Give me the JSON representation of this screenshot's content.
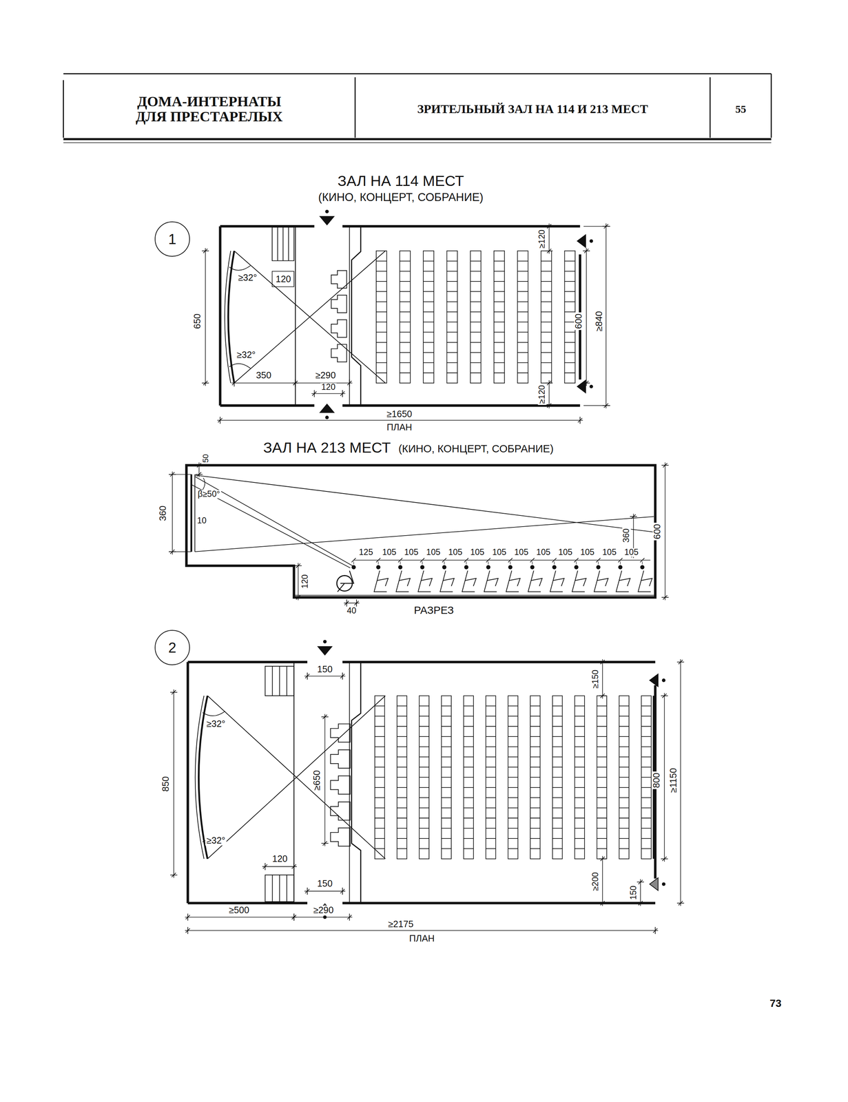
{
  "diagram": {
    "nodes": [
      {
        "text": [
          "ДОМА-ИНТЕРНАТЫ ДЛЯ ПРЕСТАРЕЛЫХ"
        ]
      },
      {
        "text": [
          "ЗРИТЕЛЬНЫЙ ЗАЛ НА 114 И 213 МЕСТ"
        ]
      },
      {
        "text": [
          "55"
        ]
      },
      {
        "text": [
          "1"
        ]
      },
      {
        "text": [
          "2"
        ]
      }
    ],
    "labels": [
      "ЗАЛ НА 114 МЕСТ",
      "(КИНО, КОНЦЕРТ, СОБРАНИЕ)",
      "120",
      "≥32°",
      "650",
      "≥32°",
      "350",
      "≥290",
      "120",
      "≥120",
      "600",
      "≥840",
      "≥120",
      "≥1650",
      "ПЛАН",
      "ЗАЛ НА 213 МЕСТ",
      "(КИНО, КОНЦЕРТ, СОБРАНИЕ)",
      "50",
      "β≥50°",
      "360",
      "10",
      "125",
      "105",
      "105",
      "105",
      "105",
      "105",
      "105",
      "105",
      "105",
      "105",
      "105",
      "105",
      "105",
      "360",
      "600",
      "120",
      "40",
      "РАЗРЕЗ",
      "150",
      "≥150",
      "≥32°",
      "850",
      "≥650",
      "800",
      "≥1150",
      "≥32°",
      "120",
      "150",
      "≥200",
      "150",
      "≥500",
      "≥290",
      "≥2175",
      "ПЛАН",
      "73"
    ]
  }
}
